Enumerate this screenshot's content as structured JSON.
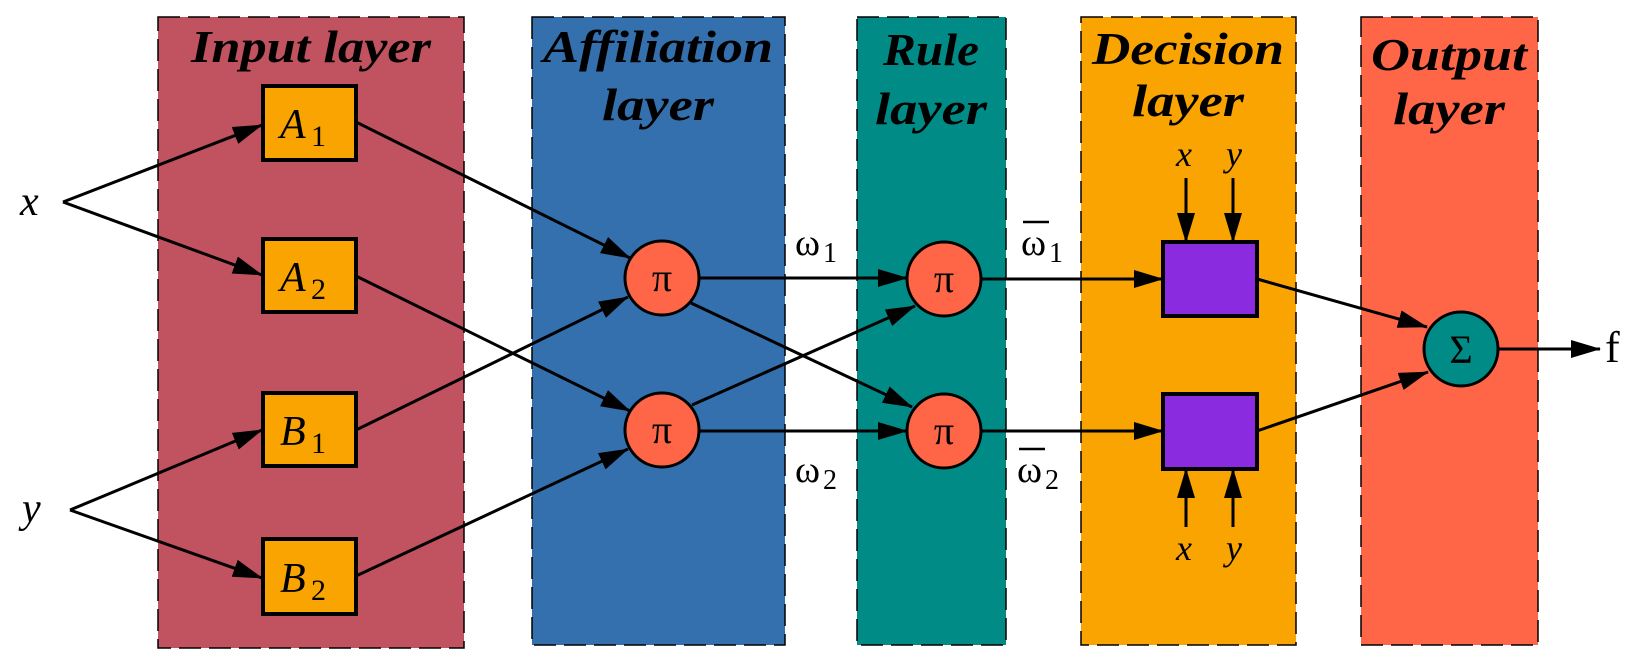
{
  "title": "ANFIS-style five-layer network",
  "colors": {
    "input_layer": "#C1525F",
    "affiliation_layer": "#3470AD",
    "rule_layer": "#018B87",
    "decision_layer": "#F9A400",
    "output_layer": "#FF6648",
    "membership_box": "#F9A400",
    "product_node": "#FF6648",
    "decision_box": "#8A2BDF",
    "sum_node": "#018B87"
  },
  "layers": [
    {
      "id": "input",
      "title_lines": [
        "Input layer"
      ]
    },
    {
      "id": "affiliation",
      "title_lines": [
        "Affiliation",
        "layer"
      ]
    },
    {
      "id": "rule",
      "title_lines": [
        "Rule",
        "layer"
      ]
    },
    {
      "id": "decision",
      "title_lines": [
        "Decision",
        "layer"
      ]
    },
    {
      "id": "output",
      "title_lines": [
        "Output",
        "layer"
      ]
    }
  ],
  "inputs": [
    {
      "id": "x",
      "label": "x"
    },
    {
      "id": "y",
      "label": "y"
    }
  ],
  "membership_nodes": [
    {
      "id": "A1",
      "letter": "A",
      "sub": "1"
    },
    {
      "id": "A2",
      "letter": "A",
      "sub": "2"
    },
    {
      "id": "B1",
      "letter": "B",
      "sub": "1"
    },
    {
      "id": "B2",
      "letter": "B",
      "sub": "2"
    }
  ],
  "affiliation_nodes": [
    {
      "id": "pi1",
      "symbol": "π"
    },
    {
      "id": "pi2",
      "symbol": "π"
    }
  ],
  "rule_nodes": [
    {
      "id": "n1",
      "symbol": "π"
    },
    {
      "id": "n2",
      "symbol": "π"
    }
  ],
  "weights": {
    "w1": {
      "symbol": "ω",
      "sub": "1"
    },
    "w2": {
      "symbol": "ω",
      "sub": "2"
    },
    "wbar1": {
      "symbol": "ω",
      "sub": "1",
      "overbar": true
    },
    "wbar2": {
      "symbol": "ω",
      "sub": "2",
      "overbar": true
    }
  },
  "decision_nodes": [
    {
      "id": "d1",
      "inputs": [
        "x",
        "y"
      ]
    },
    {
      "id": "d2",
      "inputs": [
        "x",
        "y"
      ]
    }
  ],
  "output_node": {
    "symbol": "Σ"
  },
  "output_label": "f",
  "edges": [
    [
      "x",
      "A1"
    ],
    [
      "x",
      "A2"
    ],
    [
      "y",
      "B1"
    ],
    [
      "y",
      "B2"
    ],
    [
      "A1",
      "pi1"
    ],
    [
      "A2",
      "pi2"
    ],
    [
      "B1",
      "pi1"
    ],
    [
      "B2",
      "pi2"
    ],
    [
      "pi1",
      "n1"
    ],
    [
      "pi1",
      "n2"
    ],
    [
      "pi2",
      "n1"
    ],
    [
      "pi2",
      "n2"
    ],
    [
      "n1",
      "d1"
    ],
    [
      "n2",
      "d2"
    ],
    [
      "d1",
      "sum"
    ],
    [
      "d2",
      "sum"
    ],
    [
      "sum",
      "f"
    ]
  ]
}
